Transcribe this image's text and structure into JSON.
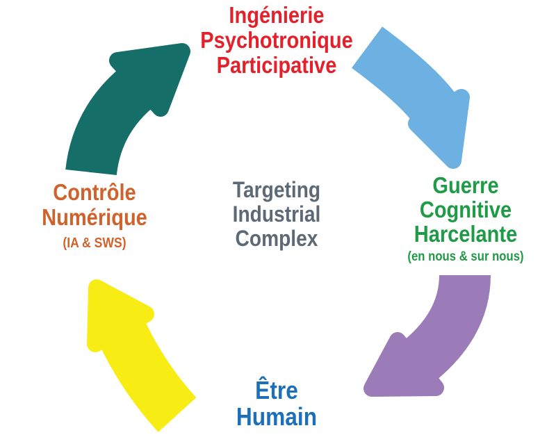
{
  "diagram": {
    "background": "#ffffff",
    "center": {
      "lines": [
        "Targeting",
        "Industrial",
        "Complex"
      ],
      "color": "#5d6a76"
    },
    "nodes": {
      "top": {
        "lines": [
          "Ingénierie",
          "Psychotronique",
          "Participative"
        ],
        "color": "#e4202a"
      },
      "right": {
        "lines": [
          "Guerre",
          "Cognitive",
          "Harcelante"
        ],
        "subtitle": "(en nous & sur nous)",
        "color": "#1f9a46"
      },
      "bottom": {
        "lines": [
          "Être",
          "Humain"
        ],
        "color": "#1c6fb8"
      },
      "left": {
        "lines": [
          "Contrôle",
          "Numérique"
        ],
        "subtitle": "(IA & SWS)",
        "color": "#d0622b"
      }
    },
    "arrows": {
      "left_to_top": {
        "name": "left-to-top-arrow",
        "color": "#156e67"
      },
      "top_to_right": {
        "name": "top-to-right-arrow",
        "color": "#6cb1e1"
      },
      "right_to_bottom": {
        "name": "right-to-bottom-arrow",
        "color": "#9b7bb8"
      },
      "bottom_to_left": {
        "name": "bottom-to-left-arrow",
        "color": "#f8ec15"
      }
    }
  }
}
